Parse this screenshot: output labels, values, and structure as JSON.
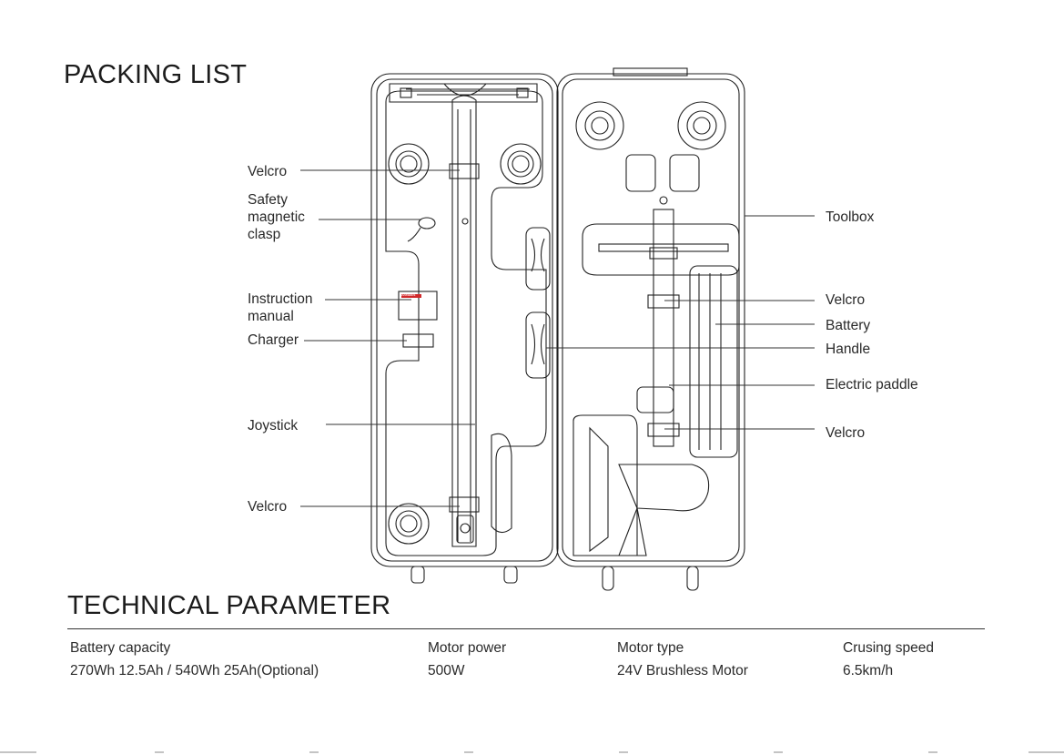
{
  "packing_list": {
    "title": "PACKING LIST",
    "left_labels": {
      "velcro_top": "Velcro",
      "safety_clasp": "Safety\nmagnetic\nclasp",
      "instruction_manual": "Instruction\nmanual",
      "charger": "Charger",
      "joystick": "Joystick",
      "velcro_bottom": "Velcro"
    },
    "right_labels": {
      "toolbox": "Toolbox",
      "velcro_upper": "Velcro",
      "battery": "Battery",
      "handle": "Handle",
      "electric_paddle": "Electric paddle",
      "velcro_lower": "Velcro"
    },
    "manual_brand": "Arwaaks"
  },
  "technical_parameter": {
    "title": "TECHNICAL PARAMETER",
    "params": [
      {
        "name": "Battery capacity",
        "value": "270Wh 12.5Ah / 540Wh  25Ah(Optional)"
      },
      {
        "name": "Motor power",
        "value": "500W"
      },
      {
        "name": "Motor type",
        "value": "24V Brushless Motor"
      },
      {
        "name": "Crusing speed",
        "value": "6.5km/h"
      }
    ]
  },
  "colors": {
    "line": "#222222",
    "text": "#2a2a2a",
    "accent": "#d0282a"
  }
}
